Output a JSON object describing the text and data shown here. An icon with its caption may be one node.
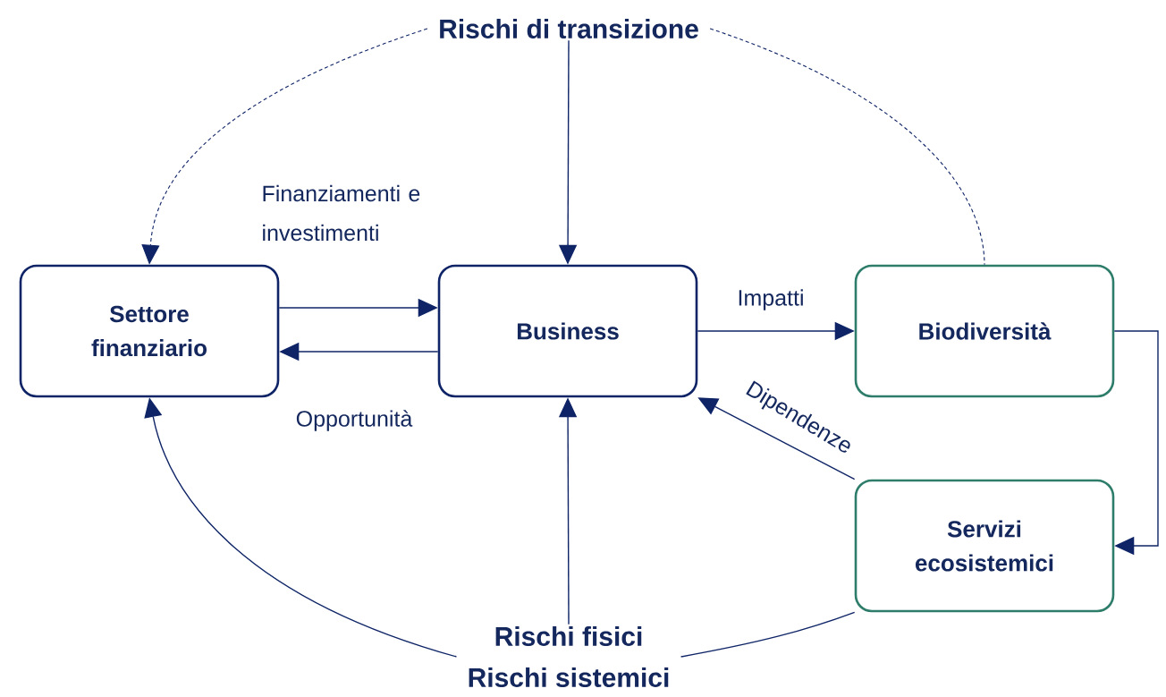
{
  "diagram": {
    "nodes": [
      {
        "text": [
          "Rischi di transizione"
        ]
      },
      {
        "text": [
          "Settore finanziario"
        ]
      },
      {
        "text": [
          "Business"
        ]
      },
      {
        "text": [
          "Biodiversità"
        ]
      },
      {
        "text": [
          "Servizi ecosistemici"
        ]
      },
      {
        "text": [
          "Rischi fisici",
          "Rischi sistemici"
        ]
      }
    ],
    "edges": [
      {
        "from": 0,
        "to": 1,
        "arrow": "to",
        "style": "dashed"
      },
      {
        "from": 0,
        "to": 2,
        "arrow": "to"
      },
      {
        "from": 0,
        "to": 3,
        "arrow": "none",
        "style": "dashed"
      },
      {
        "from": 1,
        "to": 2,
        "arrow": "to",
        "label": "Finanziamenti e investimenti"
      },
      {
        "from": 2,
        "to": 1,
        "arrow": "to",
        "label": "Opportunità"
      },
      {
        "from": 2,
        "to": 3,
        "arrow": "to",
        "label": "Impatti"
      },
      {
        "from": 3,
        "to": 4,
        "arrow": "to"
      },
      {
        "from": 4,
        "to": 2,
        "arrow": "to",
        "label": "Dipendenze"
      },
      {
        "from": 5,
        "to": 1,
        "arrow": "to"
      },
      {
        "from": 5,
        "to": 2,
        "arrow": "to"
      },
      {
        "from": 4,
        "to": 5,
        "arrow": "none"
      }
    ]
  }
}
